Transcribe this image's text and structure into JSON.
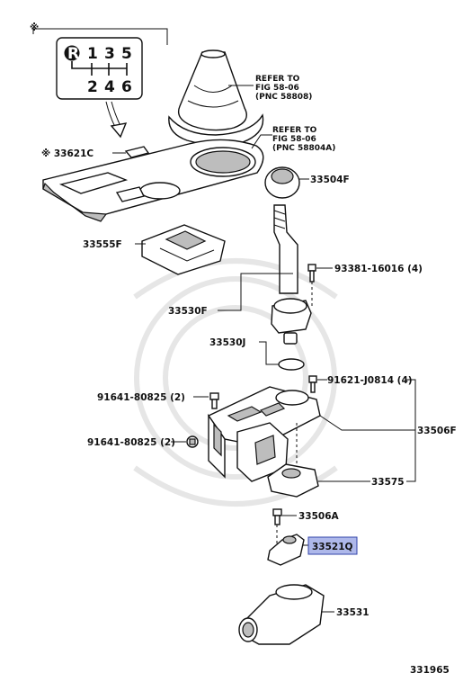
{
  "marker": "※",
  "shift_pattern": {
    "reverse": "R",
    "top_row": [
      "1",
      "3",
      "5"
    ],
    "bottom_row": [
      "2",
      "4",
      "6"
    ]
  },
  "refs": {
    "boot": [
      "REFER TO",
      "FIG 58-06",
      "(PNC 58808)"
    ],
    "bezel": [
      "REFER TO",
      "FIG 58-06",
      "(PNC 58804A)"
    ]
  },
  "labels": {
    "p33621C": "※ 33621C",
    "p33504F": "33504F",
    "p33555F": "33555F",
    "p93381": "93381-16016 (4)",
    "p33530F": "33530F",
    "p33530J": "33530J",
    "p91621": "91621-J0814 (4)",
    "p91641a": "91641-80825 (2)",
    "p91641b": "91641-80825 (2)",
    "p33506F": "33506F",
    "p33575": "33575",
    "p33506A": "33506A",
    "p33521Q": "33521Q",
    "p33531": "33531"
  },
  "highlight_color": "#aeb8ea",
  "figure_number": "331965"
}
